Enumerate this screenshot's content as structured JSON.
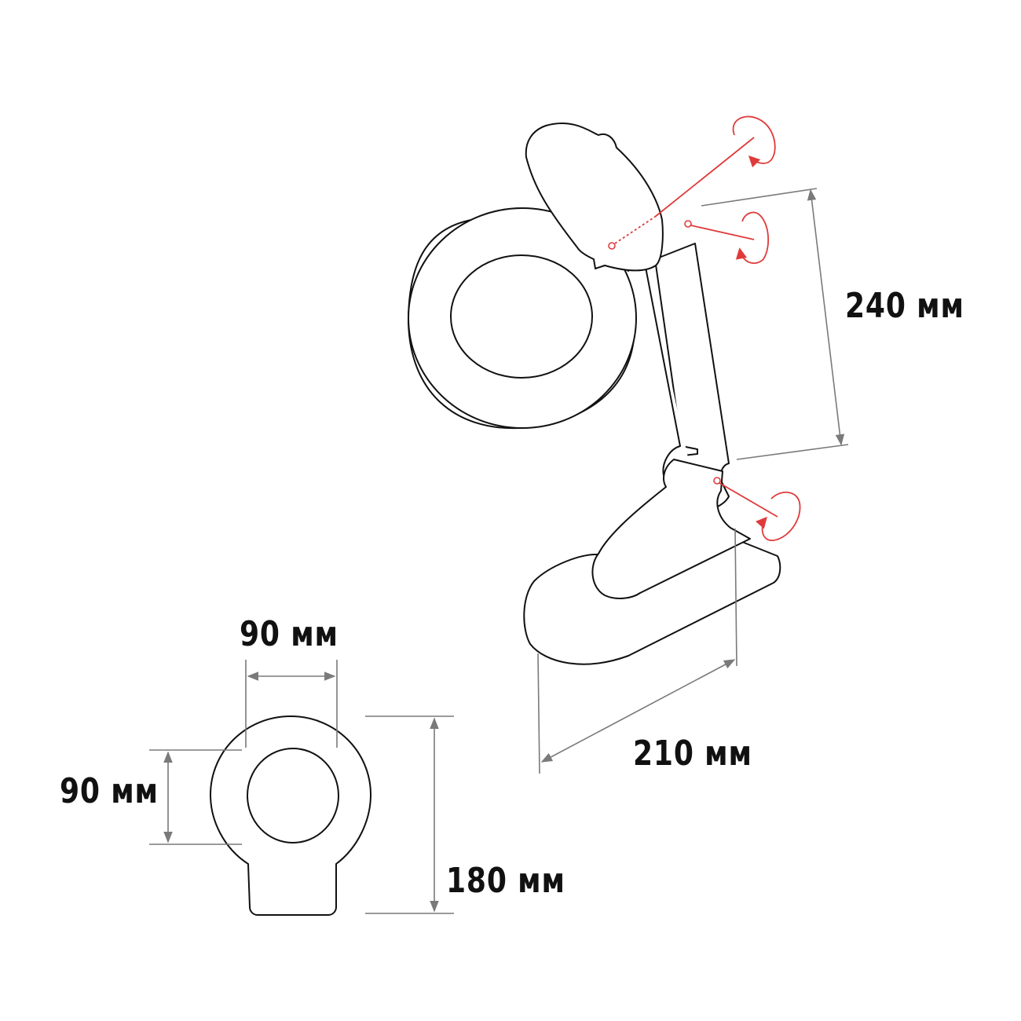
{
  "diagram": {
    "subject": "Magnifier desk lamp dimensions",
    "colors": {
      "outline": "#111111",
      "dimension_lines": "#7a7a7a",
      "rotation_indicators": "#e03a3a",
      "background": "#ffffff"
    },
    "dimensions": {
      "arm_length": "240 мм",
      "base_length": "210 мм",
      "lens_width": "90 мм",
      "lens_height": "90 мм",
      "head_height": "180 мм"
    },
    "views": [
      {
        "name": "side-view",
        "parts": [
          "magnifier-ring",
          "lens",
          "lamp-shade",
          "arm",
          "base"
        ]
      },
      {
        "name": "front-view",
        "parts": [
          "magnifier-ring",
          "lens",
          "neck"
        ]
      }
    ],
    "rotation_points": 3
  }
}
